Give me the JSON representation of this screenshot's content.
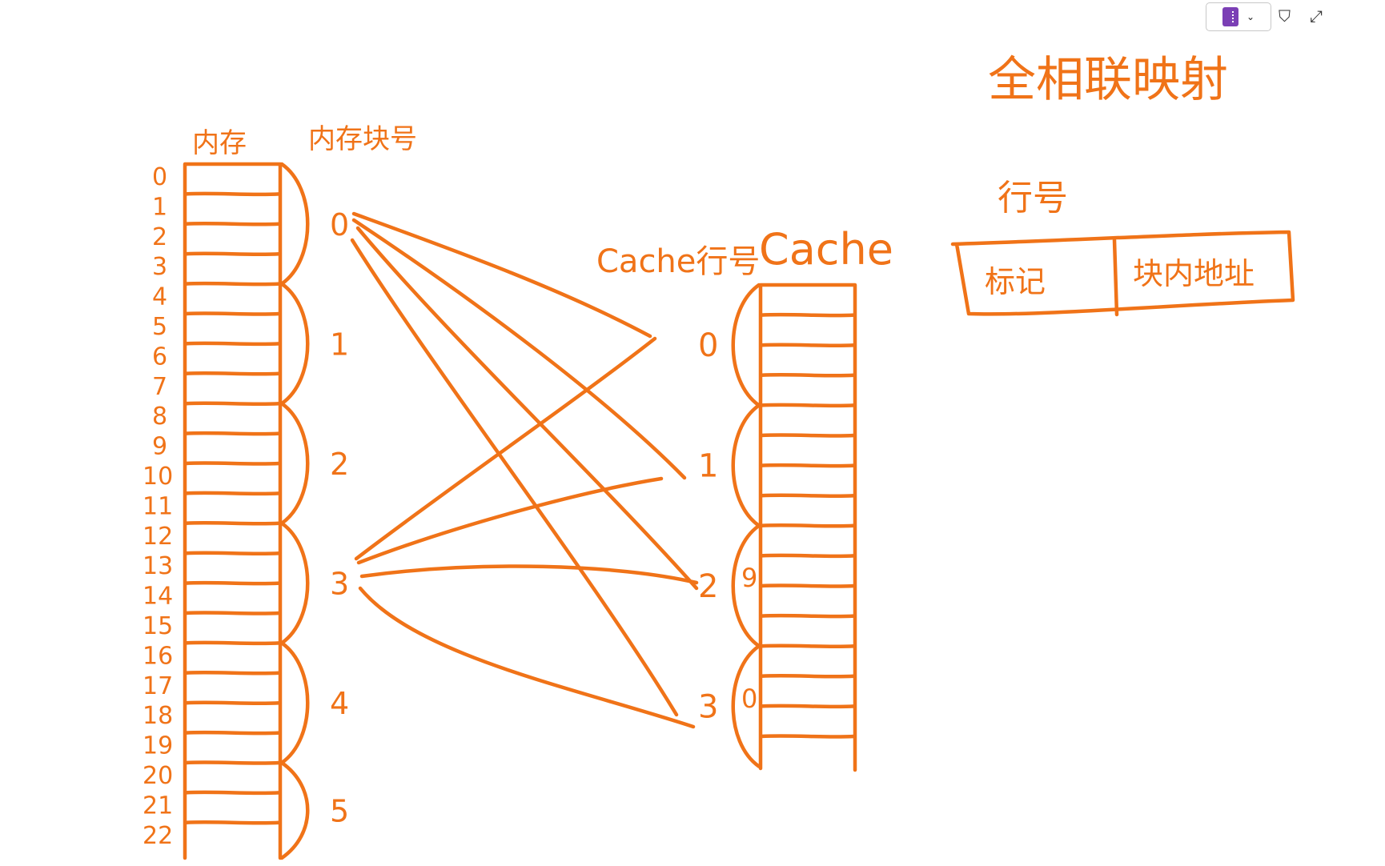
{
  "toolbar": {
    "notebook_icon": "onenote-notebook-icon",
    "dropdown_icon": "chevron-down-icon",
    "pen_icon": "pen-tool-icon",
    "expand_icon": "expand-icon"
  },
  "ink_color": "#f07318",
  "title": "全相联映射",
  "memory": {
    "label": "内存",
    "block_label": "内存块号",
    "addresses": [
      "0",
      "1",
      "2",
      "3",
      "4",
      "5",
      "6",
      "7",
      "8",
      "9",
      "10",
      "11",
      "12",
      "13",
      "14",
      "15",
      "16",
      "17",
      "18",
      "19",
      "20",
      "21",
      "22"
    ],
    "blocks": [
      "0",
      "1",
      "2",
      "3",
      "4",
      "5"
    ]
  },
  "cache": {
    "label": "Cache",
    "line_label": "Cache行号",
    "lines": [
      "0",
      "1",
      "2",
      "3"
    ],
    "line_marks": [
      "9",
      "0"
    ]
  },
  "line_format": {
    "label": "行号",
    "fields": [
      "标记",
      "块内地址"
    ]
  }
}
